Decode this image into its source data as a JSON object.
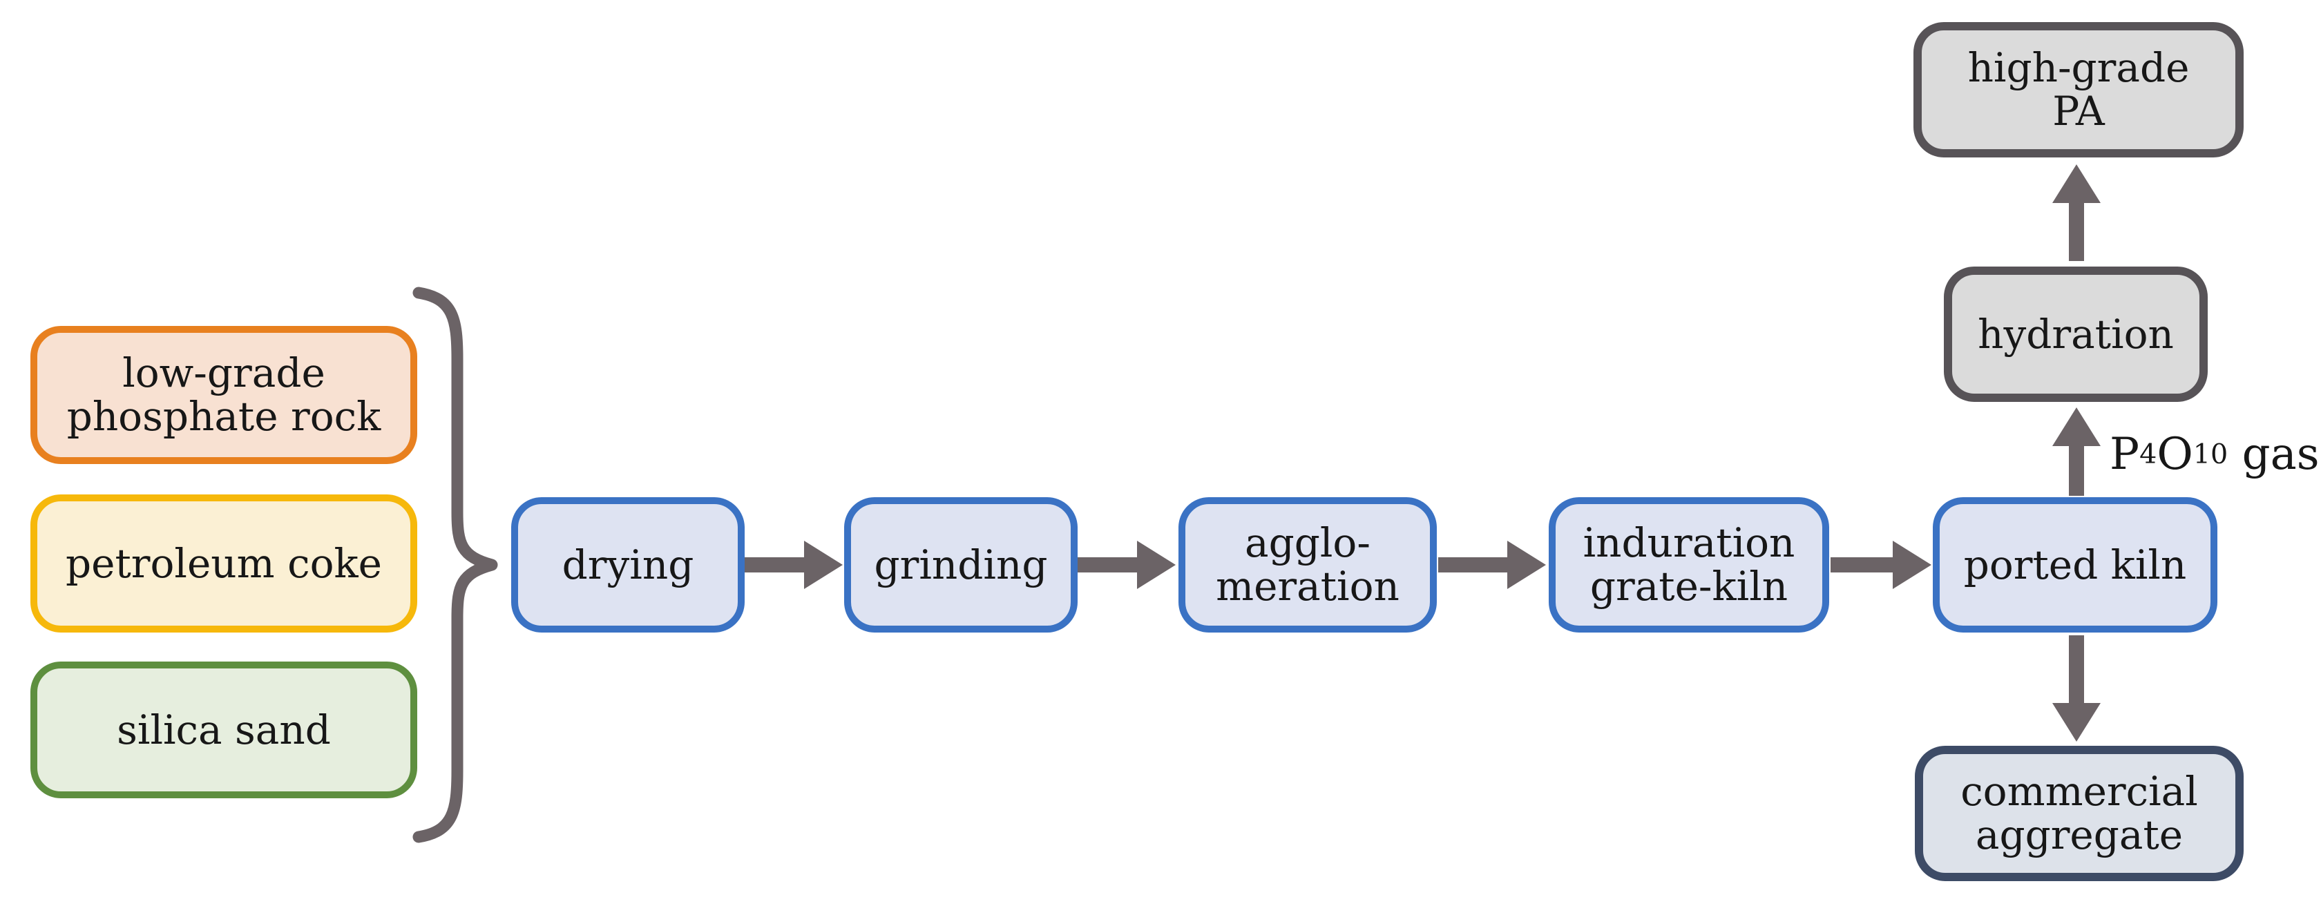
{
  "diagram": {
    "inputs": [
      {
        "id": "low-grade-phosphate-rock",
        "label": "low-grade\nphosphate rock",
        "variant": "orange"
      },
      {
        "id": "petroleum-coke",
        "label": "petroleum coke",
        "variant": "yellow"
      },
      {
        "id": "silica-sand",
        "label": "silica sand",
        "variant": "green"
      }
    ],
    "process_steps": [
      {
        "id": "drying",
        "label": "drying"
      },
      {
        "id": "grinding",
        "label": "grinding"
      },
      {
        "id": "agglomeration",
        "label": "agglo-\nmeration"
      },
      {
        "id": "induration-grate-kiln",
        "label": "induration\ngrate-kiln"
      },
      {
        "id": "ported-kiln",
        "label": "ported kiln"
      }
    ],
    "outputs": [
      {
        "id": "high-grade-pa",
        "label": "high-grade\nPA",
        "variant": "gray"
      },
      {
        "id": "hydration",
        "label": "hydration",
        "variant": "gray"
      },
      {
        "id": "commercial-aggregate",
        "label": "commercial\naggregate",
        "variant": "navy"
      }
    ],
    "gas_label": {
      "p": "P",
      "p_sub": "4",
      "o": "O",
      "o_sub": "10",
      "suffix": " gas"
    }
  },
  "connectors": [
    "brace-inputs-to-drying",
    "arrow-drying-to-grinding",
    "arrow-grinding-to-agglomeration",
    "arrow-agglomeration-to-induration",
    "arrow-induration-to-ported-kiln",
    "arrow-ported-kiln-to-hydration",
    "arrow-hydration-to-high-grade-pa",
    "arrow-ported-kiln-to-commercial-aggregate"
  ],
  "colors": {
    "background": "#ffffff",
    "text": "#171717",
    "connector": "#6b6366",
    "orange-border": "#e8801f",
    "orange-fill": "#f8e1d2",
    "yellow-border": "#f6b80b",
    "yellow-fill": "#fbf0d4",
    "green-border": "#5e8f3f",
    "green-fill": "#e6eede",
    "blue-border": "#3a72c4",
    "blue-fill": "#dee3f2",
    "gray-border": "#575357",
    "gray-fill": "#dbdbdb",
    "navy-border": "#3d4b66",
    "navy-fill": "#dde2ea"
  }
}
